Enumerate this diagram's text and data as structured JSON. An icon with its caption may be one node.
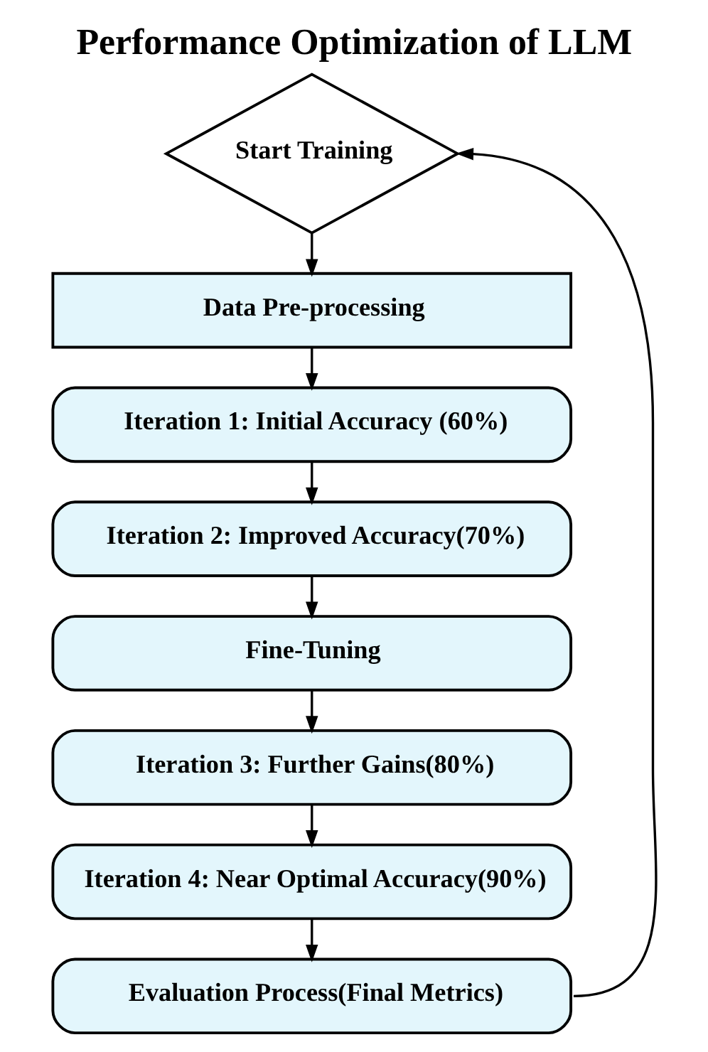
{
  "diagram": {
    "title": "Performance Optimization of LLM",
    "nodes": [
      {
        "text": [
          "Start Training"
        ]
      },
      {
        "text": [
          "Data Pre-processing"
        ]
      },
      {
        "text": [
          "Iteration 1: Initial Accuracy (60%)"
        ]
      },
      {
        "text": [
          "Iteration 2: Improved Accuracy(70%)"
        ]
      },
      {
        "text": [
          "Fine-Tuning"
        ]
      },
      {
        "text": [
          "Iteration 3: Further Gains(80%)"
        ]
      },
      {
        "text": [
          "Iteration 4: Near Optimal Accuracy(90%)"
        ]
      },
      {
        "text": [
          "Evaluation Process(Final Metrics)"
        ]
      }
    ],
    "edges": [
      {
        "from": 0,
        "to": 1,
        "arrow": "to"
      },
      {
        "from": 1,
        "to": 2,
        "arrow": "to"
      },
      {
        "from": 2,
        "to": 3,
        "arrow": "to"
      },
      {
        "from": 3,
        "to": 4,
        "arrow": "to"
      },
      {
        "from": 4,
        "to": 5,
        "arrow": "to"
      },
      {
        "from": 5,
        "to": 6,
        "arrow": "to"
      },
      {
        "from": 6,
        "to": 7,
        "arrow": "to"
      },
      {
        "from": 7,
        "to": 0,
        "arrow": "to"
      }
    ]
  }
}
